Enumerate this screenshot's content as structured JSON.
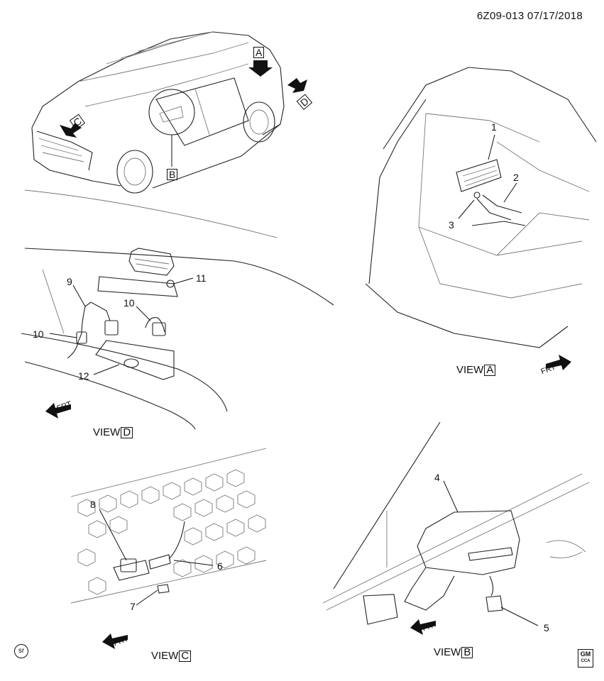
{
  "header": {
    "doc_id": "6Z09-013  07/17/2018"
  },
  "callouts": {
    "c1": "1",
    "c2": "2",
    "c3": "3",
    "c4": "4",
    "c5": "5",
    "c6": "6",
    "c7": "7",
    "c8": "8",
    "c9": "9",
    "c10a": "10",
    "c10b": "10",
    "c11": "11",
    "c12": "12"
  },
  "view_letters": {
    "a": "A",
    "b": "B",
    "c": "C",
    "d": "D"
  },
  "views": {
    "a": {
      "prefix": "VIEW",
      "letter": "A"
    },
    "b": {
      "prefix": "VIEW",
      "letter": "B"
    },
    "c": {
      "prefix": "VIEW",
      "letter": "C"
    },
    "d": {
      "prefix": "VIEW",
      "letter": "D"
    }
  },
  "front_label": "FRT",
  "footer": {
    "sr": "sr",
    "gm": "GM",
    "gm_sub": "CCA"
  }
}
